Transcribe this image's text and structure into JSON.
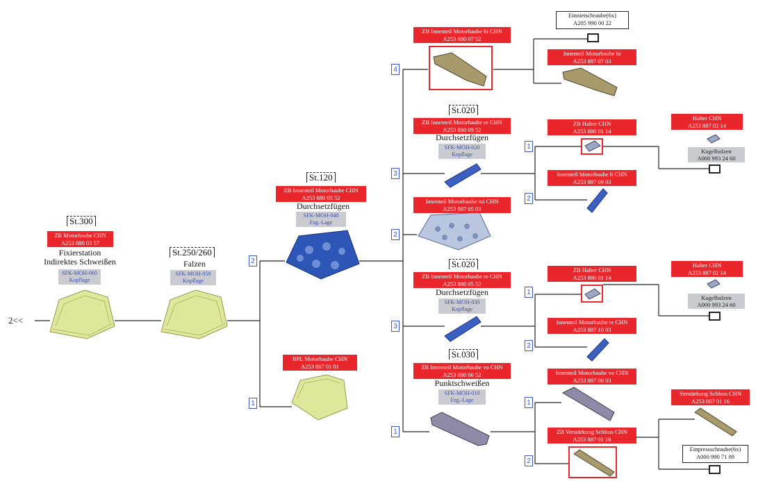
{
  "arrow": "2<<",
  "st300": {
    "station": "St.300",
    "red": [
      "ZB Motorhaube CHN",
      "A253 880 03 57"
    ],
    "process": [
      "Fixierstation",
      "Indirektes Schweißen"
    ],
    "gray": [
      "SFK-MOH-060",
      "Kopflage"
    ]
  },
  "st250": {
    "station": "St.250/260",
    "process": "Falzen",
    "gray": [
      "SFK-MOH-050",
      "Kopflage"
    ]
  },
  "st120": {
    "station": "St.120",
    "red": [
      "ZB Innenteil Motorhaube CHN",
      "A253 880 05 52"
    ],
    "process": "Durchsetzfügen",
    "gray": [
      "SFK-MOH-040",
      "Fzg.-Lage"
    ],
    "num": "2"
  },
  "bpl": {
    "red": [
      "BPL Motorhaube CHN",
      "A253 887 01 01"
    ],
    "num": "1"
  },
  "b4": {
    "num": "4",
    "red": [
      "ZB Innenteil Motorhaube hi CHN",
      "A253 880 07 52"
    ]
  },
  "niet": {
    "text": [
      "Einnietschraube(6x)",
      "A205 990 00 22"
    ]
  },
  "mhi": {
    "red": [
      "Innenteil Motorhaube hi",
      "A253 887 07 03"
    ]
  },
  "b3a": {
    "num": "3",
    "station": "St.020",
    "red": [
      "ZB Innenteil Motorhaube re CHN",
      "A253 880 09 52"
    ],
    "process": "Durchsetzfügen",
    "gray": [
      "SFK-MOH-020",
      "Kopflage"
    ]
  },
  "halterA": {
    "num": "1",
    "red": [
      "ZB Halter CHN",
      "A253 880 01 14"
    ]
  },
  "halterPartA": {
    "red": [
      "Halter CHN",
      "A253 887 02 14"
    ]
  },
  "kugelA": {
    "gray": [
      "Kugelbolzen",
      "A000 993 24 60"
    ]
  },
  "mliA": {
    "num": "2",
    "red": [
      "Innenteil Motorhaube li CHN",
      "A253 887 09 03"
    ]
  },
  "b2": {
    "num": "2",
    "red": [
      "Innenteil Motorhaube mi CHN",
      "A253 887 05 03"
    ]
  },
  "b3b": {
    "num": "3",
    "station": "St.020",
    "red": [
      "ZB Innenteil Motorhaube re CHN",
      "A253 880 05 52"
    ],
    "process": "Durchsetzfügen",
    "gray": [
      "SFK-MOH-030",
      "Kopflage"
    ]
  },
  "halterB": {
    "num": "1",
    "red": [
      "ZB Halter CHN",
      "A253 880 01 14"
    ]
  },
  "halterPartB": {
    "red": [
      "Halter CHN",
      "A253 887 02 14"
    ]
  },
  "kugelB": {
    "gray": [
      "Kugelbolzen",
      "A000 993 24 60"
    ]
  },
  "mreB": {
    "num": "2",
    "red": [
      "Innenteil Motorhaube re CHN",
      "A253 887 10 03"
    ]
  },
  "b1": {
    "num": "1",
    "station": "St.030",
    "red": [
      "ZB Innenteil Motorhaube vo CHN",
      "A253 880 06 52"
    ],
    "process": "Punktschweißen",
    "gray": [
      "SFK-MOH-010",
      "Fzg.-Lage"
    ]
  },
  "mvo": {
    "num": "1",
    "red": [
      "Innenteil Motorhaube vo CHN",
      "A253 887 06 03"
    ]
  },
  "vsZB": {
    "num": "2",
    "red": [
      "ZB Verstärkung Schloss CHN",
      "A253 887 01 16"
    ]
  },
  "vsPart": {
    "red": [
      "Verstärkung Schloss CHN",
      "A253 887 01 16"
    ]
  },
  "einpress": {
    "text": [
      "Einpressschraube(6x)",
      "A000 990 71 09"
    ]
  }
}
